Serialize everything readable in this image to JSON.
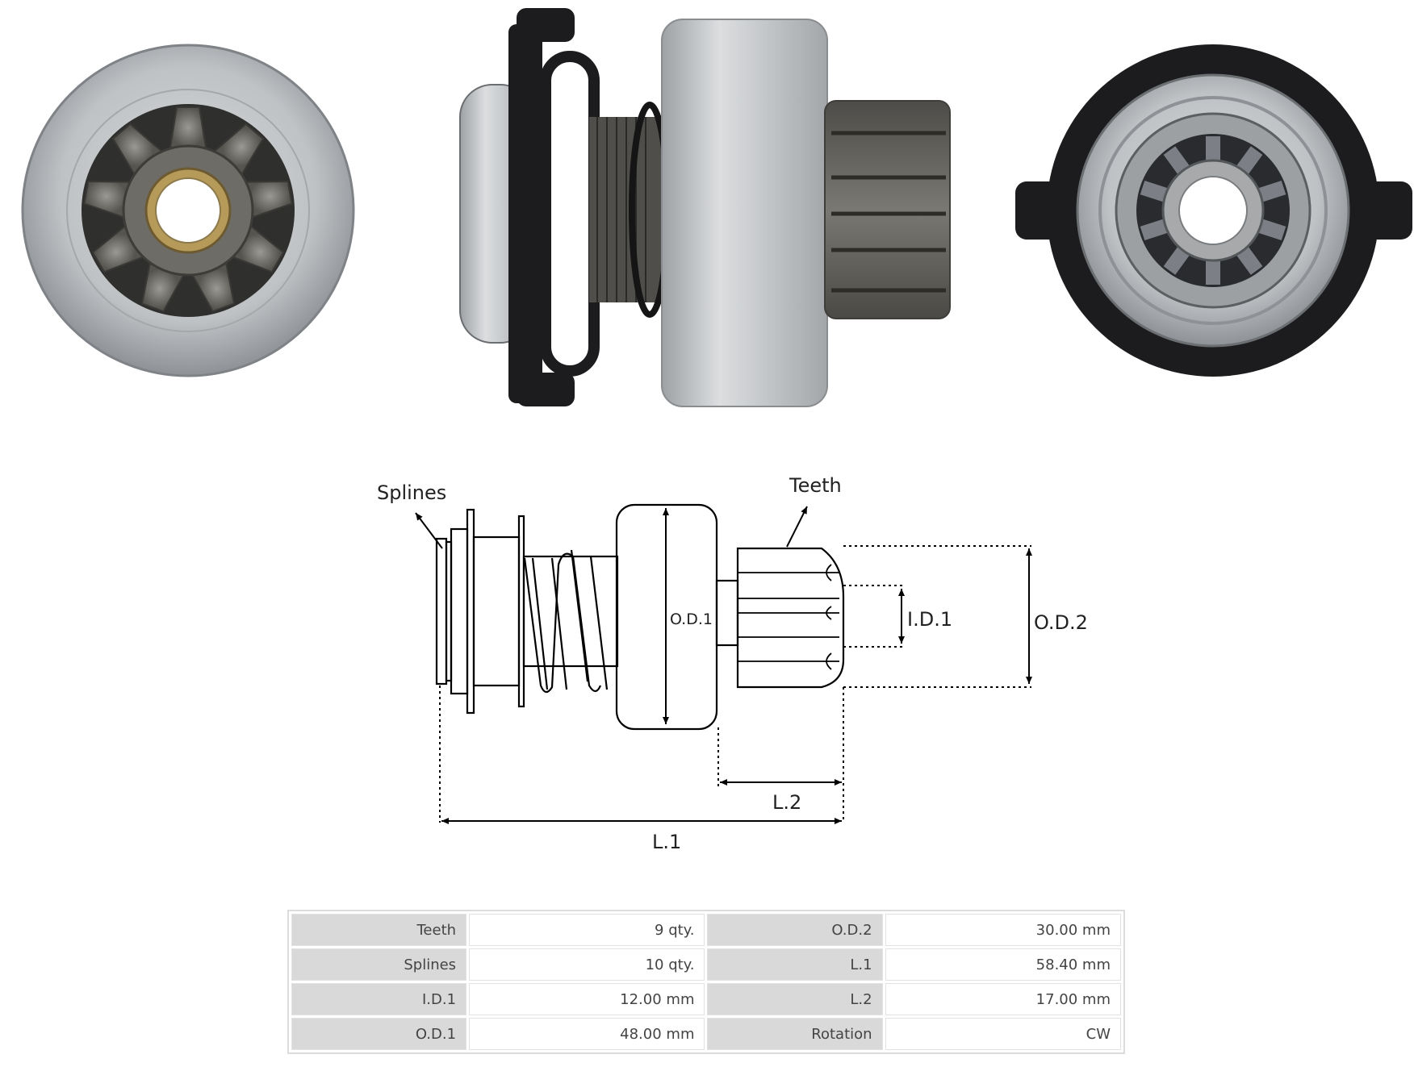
{
  "diagram": {
    "labels": {
      "splines": "Splines",
      "teeth": "Teeth",
      "od1": "O.D.1",
      "id1": "I.D.1",
      "od2": "O.D.2",
      "l1": "L.1",
      "l2": "L.2"
    }
  },
  "photos": {
    "views": [
      "gear-front-view",
      "side-view",
      "rear-view"
    ]
  },
  "specs": {
    "rows": [
      {
        "label1": "Teeth",
        "value1": "9 qty.",
        "label2": "O.D.2",
        "value2": "30.00 mm"
      },
      {
        "label1": "Splines",
        "value1": "10 qty.",
        "label2": "L.1",
        "value2": "58.40 mm"
      },
      {
        "label1": "I.D.1",
        "value1": "12.00 mm",
        "label2": "L.2",
        "value2": "17.00 mm"
      },
      {
        "label1": "O.D.1",
        "value1": "48.00 mm",
        "label2": "Rotation",
        "value2": "CW"
      }
    ]
  },
  "colors": {
    "steel": "#b9bcbf",
    "black_plastic": "#1c1c1e",
    "dark_gear": "#5e5d58",
    "brass": "#b59a5a"
  }
}
